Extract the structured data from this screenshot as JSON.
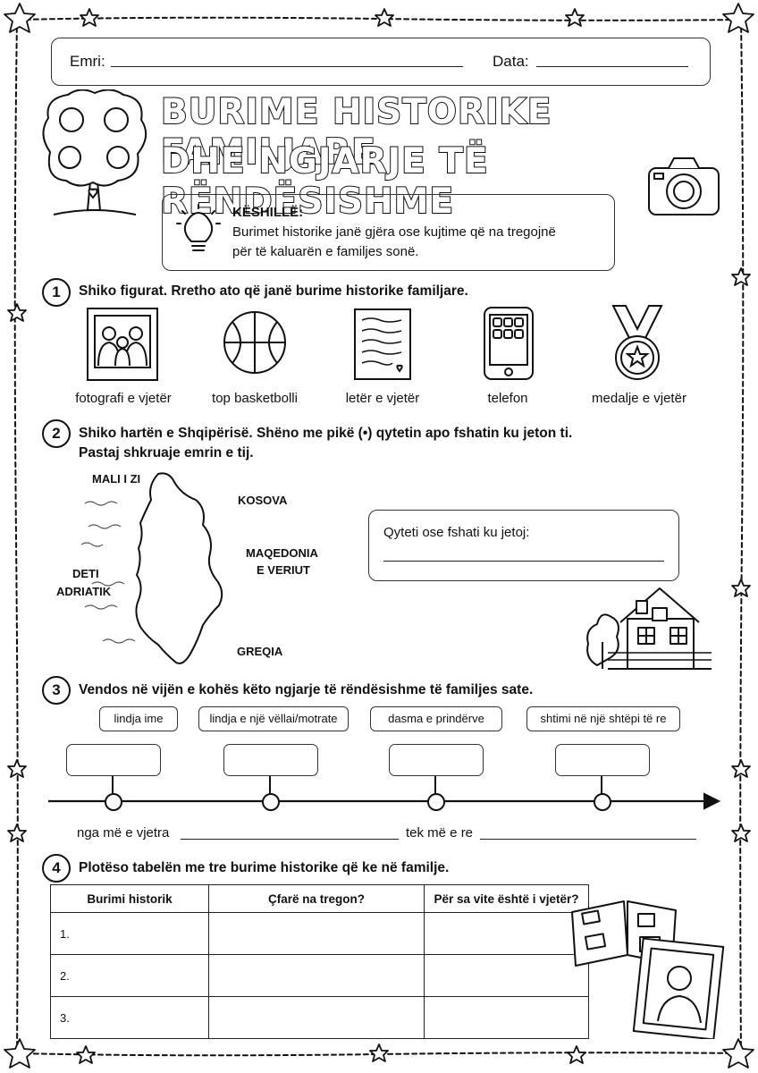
{
  "header": {
    "name_label": "Emri:",
    "date_label": "Data:"
  },
  "title": {
    "line1": "BURIME HISTORIKE FAMILJARE",
    "line2": "DHE NGJARJE TË RËNDËSISHME"
  },
  "tip": {
    "title": "KËSHILLË:",
    "line1": "Burimet historike janë gjëra ose kujtime që na tregojnë",
    "line2": "për të kaluarën e familjes sonë."
  },
  "q1": {
    "num": "1",
    "text": "Shiko figurat. Rretho ato që janë burime historike familjare.",
    "items": [
      {
        "caption": "fotografi e vjetër",
        "icon": "old-photo-icon"
      },
      {
        "caption": "top basketbolli",
        "icon": "basketball-icon"
      },
      {
        "caption": "letër e vjetër",
        "icon": "old-letter-icon"
      },
      {
        "caption": "telefon",
        "icon": "phone-icon"
      },
      {
        "caption": "medalje e vjetër",
        "icon": "medal-icon"
      }
    ]
  },
  "q2": {
    "num": "2",
    "line1": "Shiko hartën e Shqipërisë. Shëno me pikë (•) qytetin apo fshatin ku jeton ti.",
    "line2": "Pastaj shkruaje emrin e tij.",
    "map_labels": {
      "mali": "MALI I ZI",
      "kosova": "KOSOVA",
      "maqedonia1": "MAQEDONIA",
      "maqedonia2": "E VERIUT",
      "deti1": "DETI",
      "deti2": "ADRIATIK",
      "greqia": "GREQIA"
    },
    "city_label": "Qyteti ose fshati ku jetoj:"
  },
  "q3": {
    "num": "3",
    "text": "Vendos në vijën e kohës këto ngjarje të rëndësishme të familjes sate.",
    "events": [
      "lindja ime",
      "lindja e një vëllai/motrate",
      "dasma e prindërve",
      "shtimi në një shtëpi të re"
    ],
    "older_label": "nga më e vjetra",
    "newer_label": "tek më e re"
  },
  "q4": {
    "num": "4",
    "text": "Plotëso tabelën me tre burime historike që ke në familje.",
    "headers": [
      "Burimi historik",
      "Çfarë na tregon?",
      "Për sa vite është i vjetër?"
    ],
    "rows": [
      "1.",
      "2.",
      "3."
    ]
  }
}
